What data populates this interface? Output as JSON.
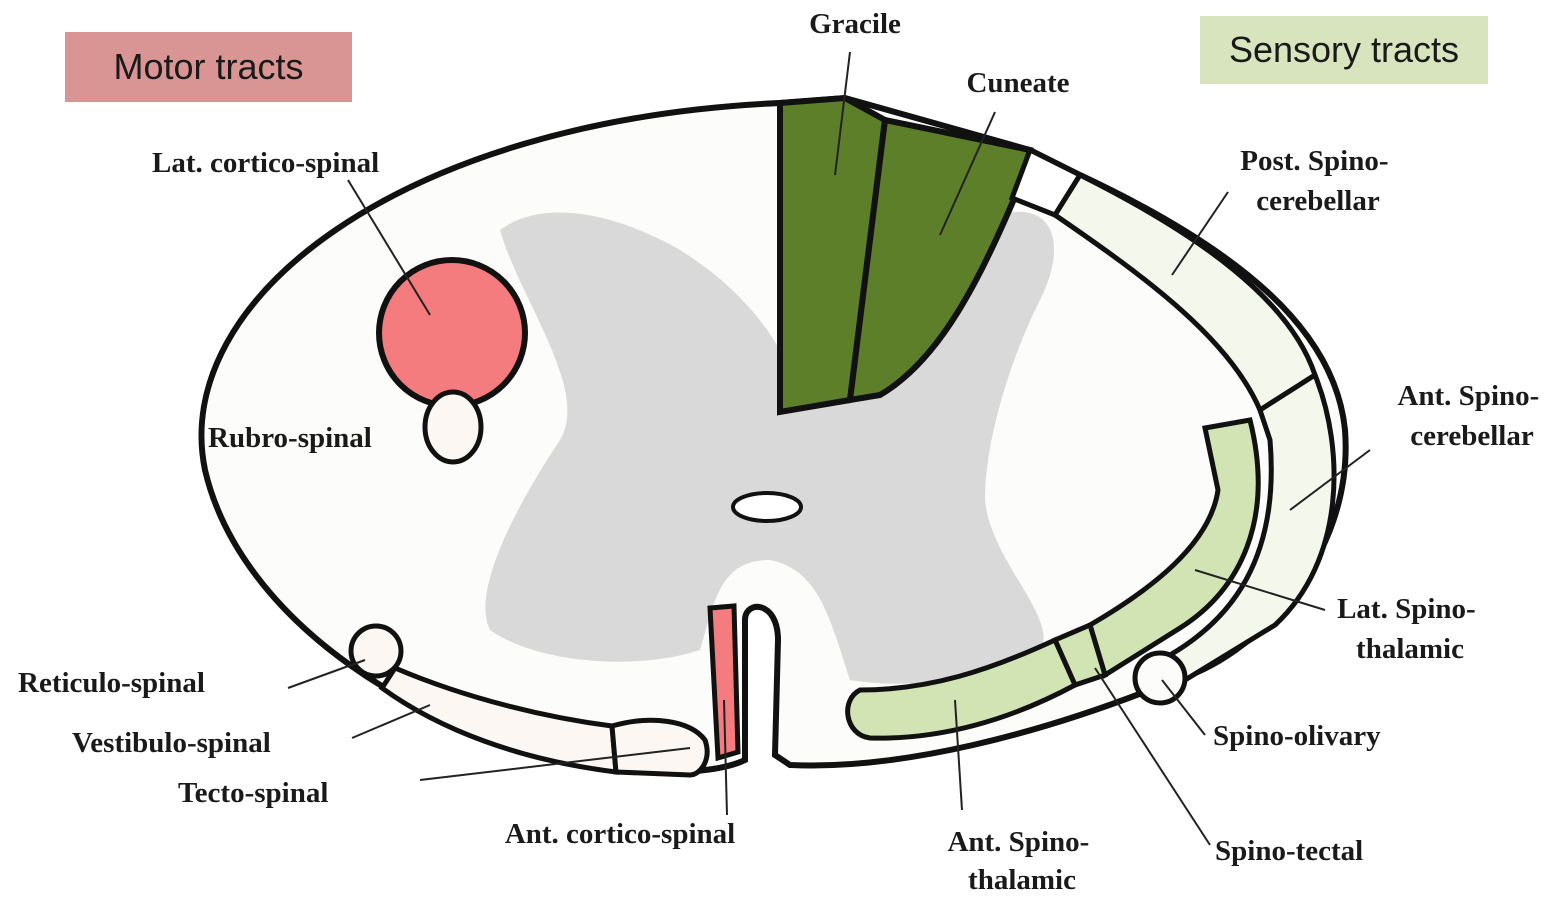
{
  "legend": {
    "motor": {
      "label": "Motor tracts",
      "color": "#d99594"
    },
    "sensory": {
      "label": "Sensory tracts",
      "color": "#d7e4bd"
    }
  },
  "colors": {
    "grey_matter": "#d9d9d9",
    "dorsal_column": "#5e7f2a",
    "motor_fill": "#f47b7e",
    "pale_motor_fill": "#fcf7f2",
    "pale_sensory_fill": "#f4f8ec",
    "sensory_fill": "#d2e3b4",
    "white_matter": "#fcfcfa"
  },
  "labels": {
    "gracile": "Gracile",
    "cuneate": "Cuneate",
    "lat_cortico_spinal": "Lat. cortico-spinal",
    "rubro_spinal": "Rubro-spinal",
    "reticulo_spinal": "Reticulo-spinal",
    "vestibulo_spinal": "Vestibulo-spinal",
    "tecto_spinal": "Tecto-spinal",
    "ant_cortico_spinal": "Ant. cortico-spinal",
    "post_spino_cerebellar": [
      "Post. Spino-",
      "cerebellar"
    ],
    "ant_spino_cerebellar": [
      "Ant. Spino-",
      "cerebellar"
    ],
    "lat_spino_thalamic": [
      "Lat. Spino-",
      "thalamic"
    ],
    "spino_olivary": "Spino-olivary",
    "spino_tectal": "Spino-tectal",
    "ant_spino_thalamic": [
      "Ant. Spino-",
      "thalamic"
    ]
  }
}
